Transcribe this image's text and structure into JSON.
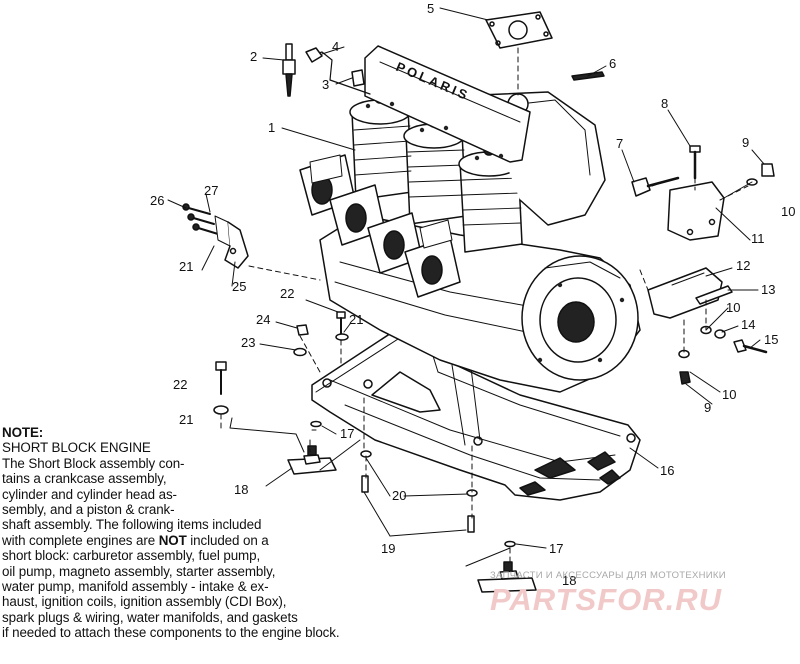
{
  "callouts": [
    "1",
    "2",
    "3",
    "4",
    "5",
    "6",
    "7",
    "8",
    "9",
    "9",
    "10",
    "10",
    "10",
    "11",
    "12",
    "13",
    "14",
    "15",
    "16",
    "17",
    "17",
    "18",
    "18",
    "19",
    "20",
    "21",
    "21",
    "21",
    "22",
    "22",
    "23",
    "24",
    "25",
    "26",
    "27"
  ],
  "note": {
    "heading": "NOTE:",
    "lines": [
      {
        "text": "SHORT BLOCK ENGINE"
      },
      {
        "text": "The Short Block assembly con-"
      },
      {
        "text": "tains a crankcase assembly,"
      },
      {
        "text": "cylinder and cylinder head as-"
      },
      {
        "text": "sembly, and a piston & crank-"
      },
      {
        "text": "shaft assembly.  The following items included"
      },
      {
        "pre": "with complete engines are ",
        "bold": "NOT",
        "post": " included on a"
      },
      {
        "text": "short block:  carburetor assembly, fuel pump,"
      },
      {
        "text": "oil pump, magneto assembly, starter assembly,"
      },
      {
        "text": "water pump, manifold assembly - intake & ex-"
      },
      {
        "text": "haust, ignition coils, ignition assembly (CDI Box),"
      },
      {
        "text": "spark plugs & wiring, water manifolds, and gaskets"
      },
      {
        "text": "if needed to attach these components to the engine block."
      }
    ]
  },
  "watermark": {
    "caption": "ЗАПЧАСТИ И АКСЕССУАРЫ ДЛЯ МОТОТЕХНИКИ",
    "brand": "PARTSFOR.RU"
  },
  "engine_badge": "POLARIS"
}
